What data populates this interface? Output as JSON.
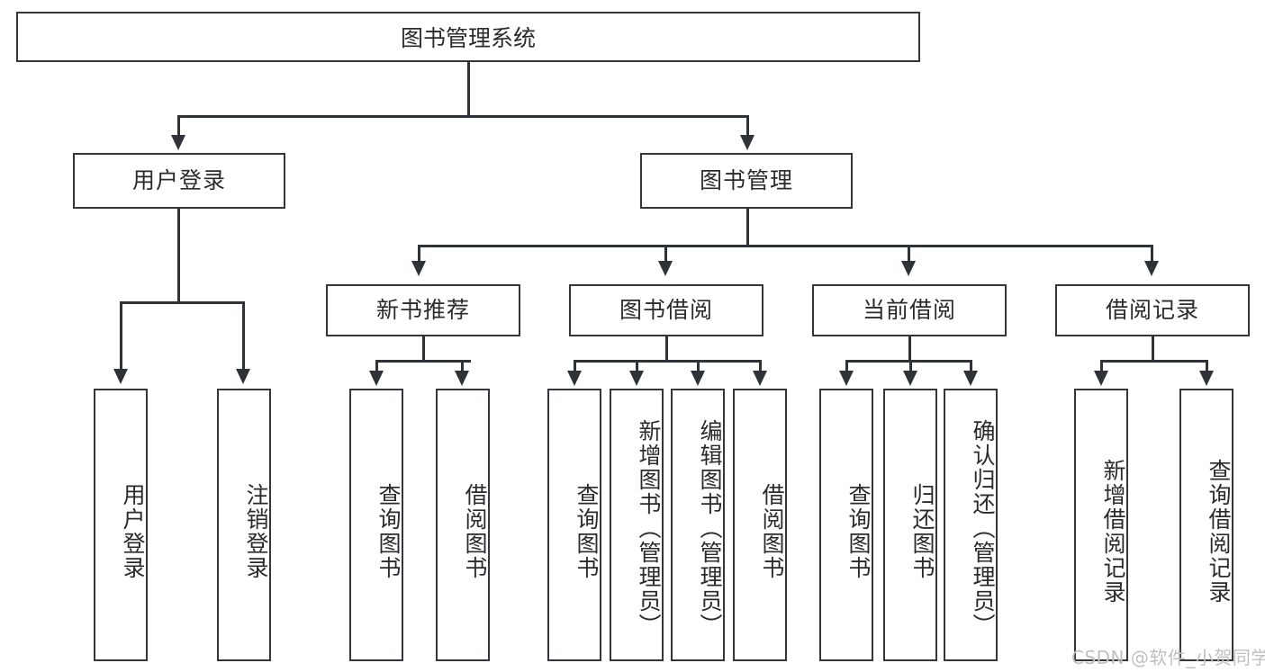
{
  "diagram": {
    "type": "hierarchy-tree",
    "title": "图书管理系统",
    "root": {
      "label": "图书管理系统"
    },
    "level2": [
      {
        "label": "用户登录"
      },
      {
        "label": "图书管理"
      }
    ],
    "level3": [
      {
        "label": "新书推荐"
      },
      {
        "label": "图书借阅"
      },
      {
        "label": "当前借阅"
      },
      {
        "label": "借阅记录"
      }
    ],
    "leaves": {
      "user_login": [
        {
          "label": "用户登录"
        },
        {
          "label": "注销登录"
        }
      ],
      "new_book_recommend": [
        {
          "label": "查询图书"
        },
        {
          "label": "借阅图书"
        }
      ],
      "book_borrow": [
        {
          "label": "查询图书"
        },
        {
          "label": "新增图书（管理员）"
        },
        {
          "label": "编辑图书（管理员）"
        },
        {
          "label": "借阅图书"
        }
      ],
      "current_borrow": [
        {
          "label": "查询图书"
        },
        {
          "label": "归还图书"
        },
        {
          "label": "确认归还（管理员）"
        }
      ],
      "borrow_records": [
        {
          "label": "新增借阅记录"
        },
        {
          "label": "查询借阅记录"
        }
      ]
    }
  },
  "watermark": {
    "text": "CSDN @软件_小贺同学"
  },
  "colors": {
    "stroke": "#33363a",
    "text": "#2b2b2b",
    "background": "#ffffff",
    "watermark": "#bfbfbf"
  }
}
